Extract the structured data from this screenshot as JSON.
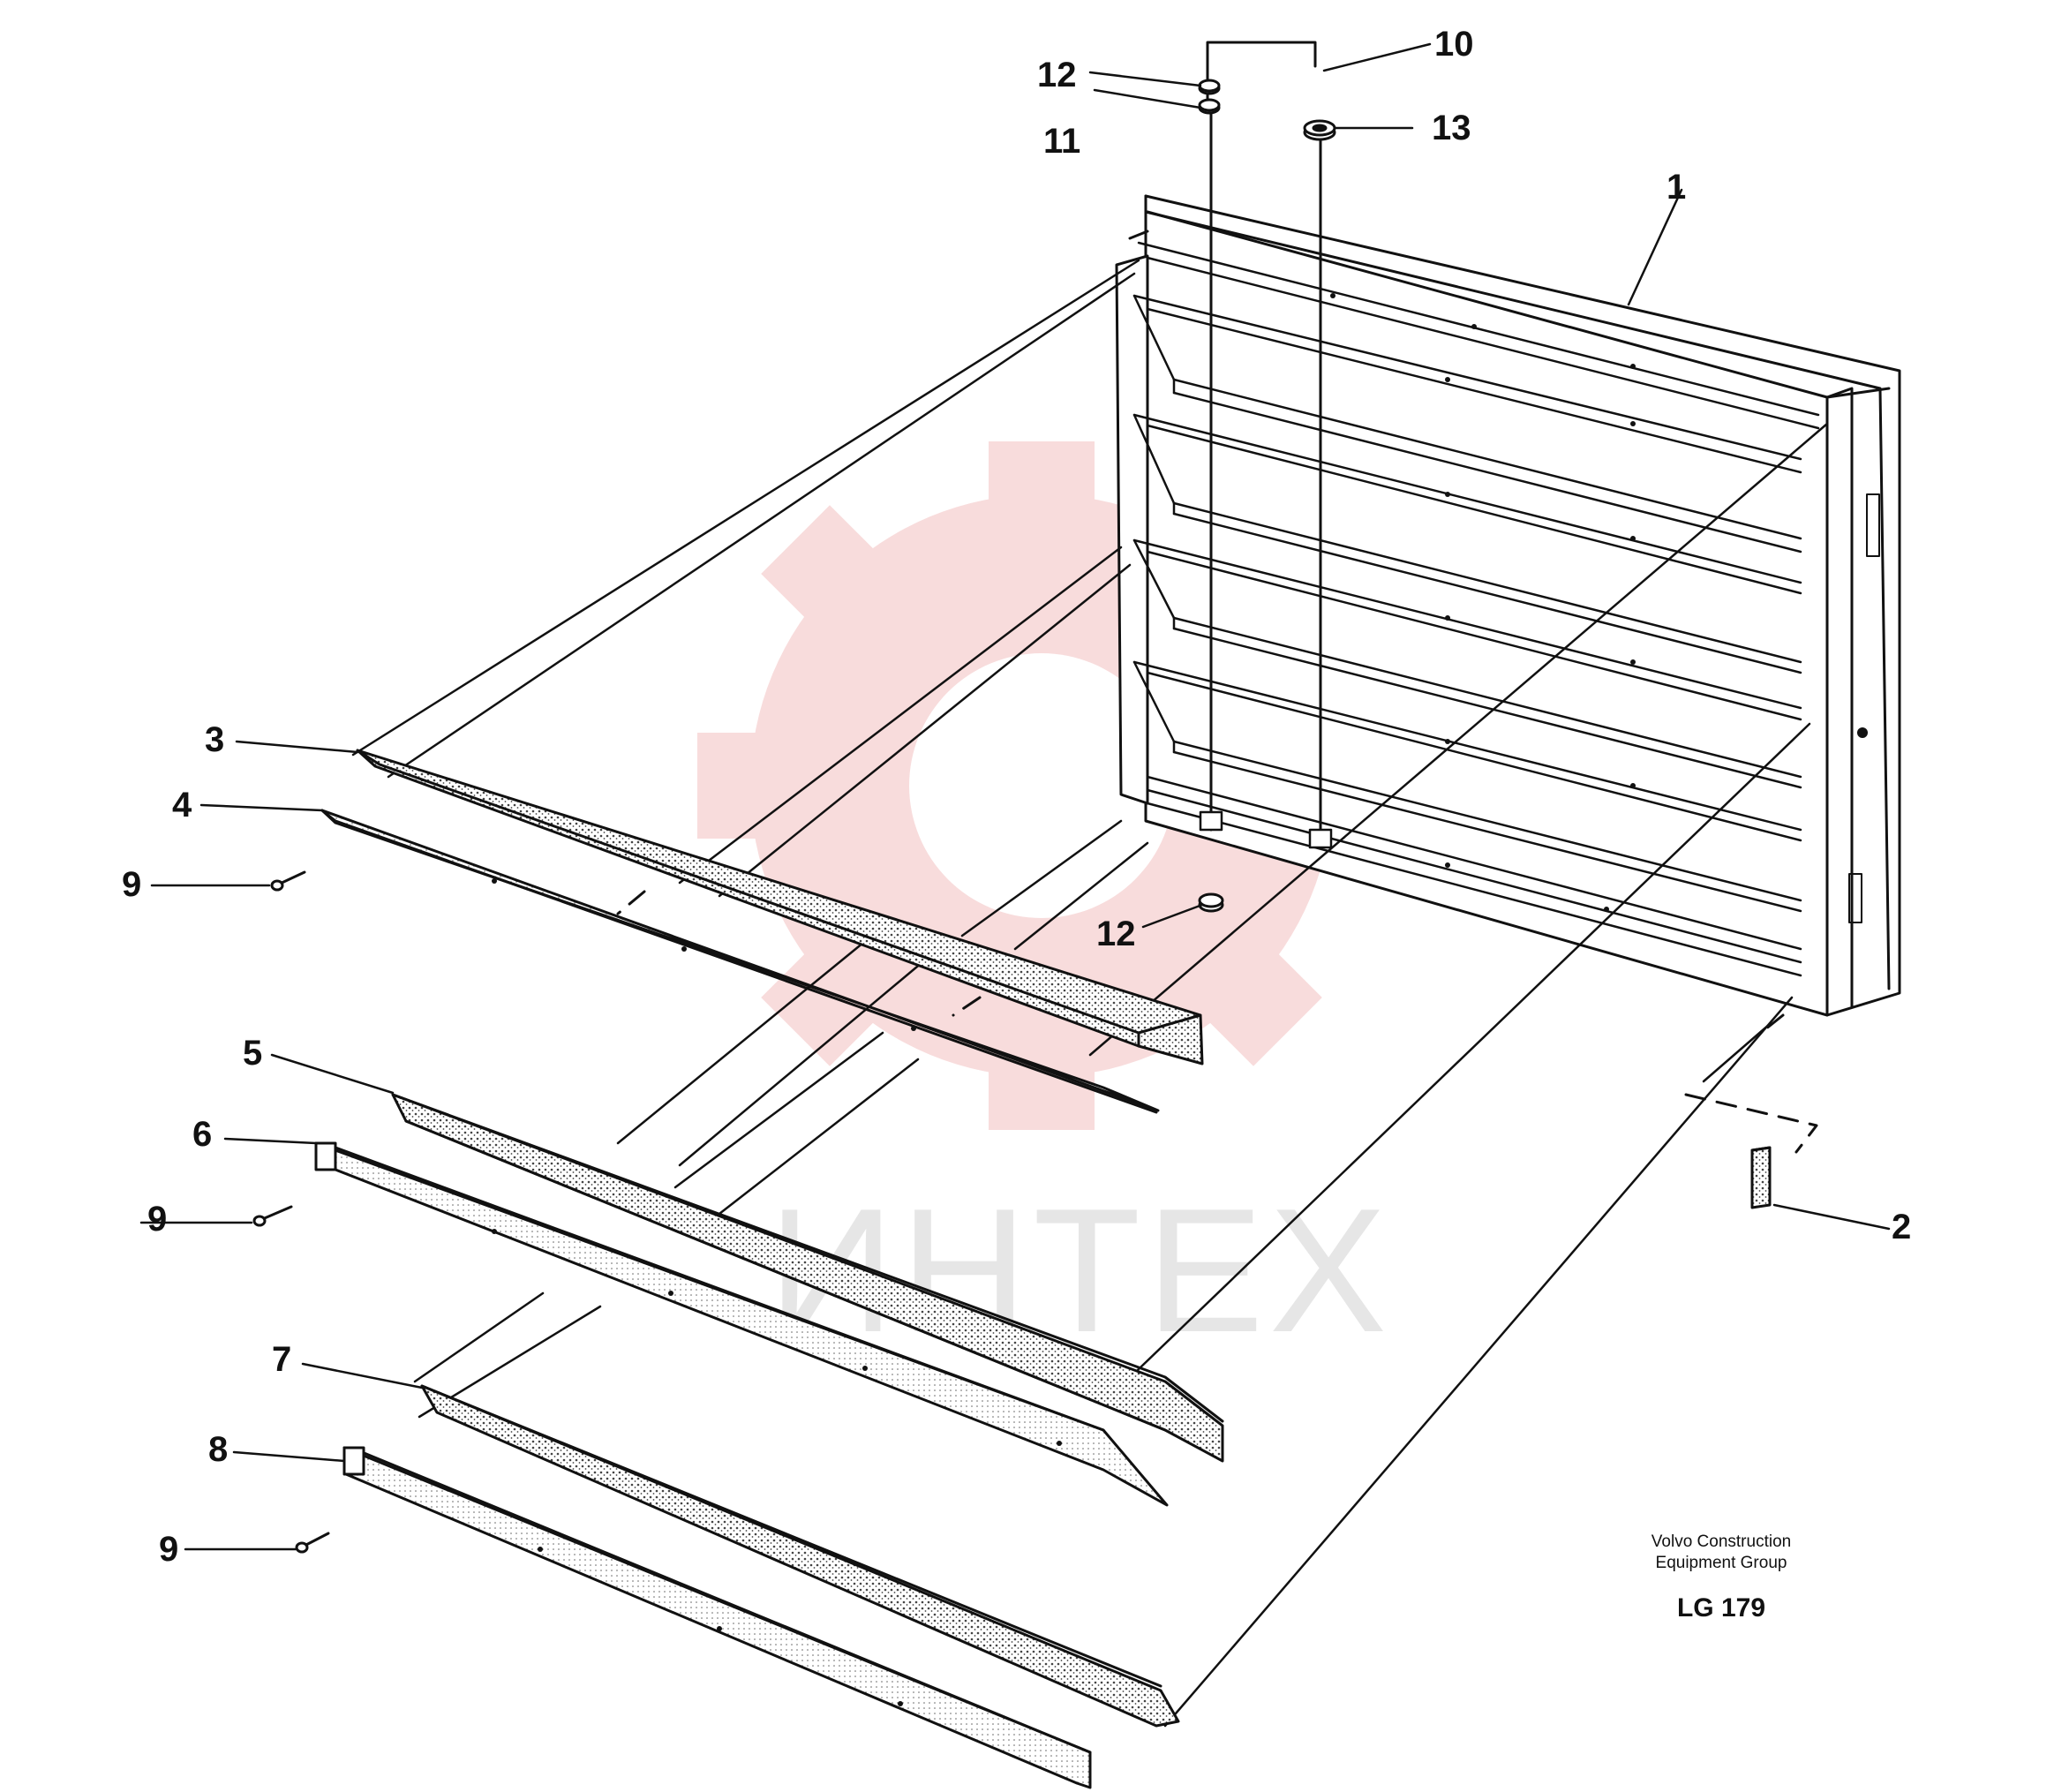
{
  "callouts": [
    {
      "id": "c1",
      "label": "1"
    },
    {
      "id": "c2",
      "label": "2"
    },
    {
      "id": "c3",
      "label": "3"
    },
    {
      "id": "c4",
      "label": "4"
    },
    {
      "id": "c5",
      "label": "5"
    },
    {
      "id": "c6",
      "label": "6"
    },
    {
      "id": "c7",
      "label": "7"
    },
    {
      "id": "c8",
      "label": "8"
    },
    {
      "id": "c9a",
      "label": "9"
    },
    {
      "id": "c9b",
      "label": "9"
    },
    {
      "id": "c9c",
      "label": "9"
    },
    {
      "id": "c10",
      "label": "10"
    },
    {
      "id": "c11",
      "label": "11"
    },
    {
      "id": "c12a",
      "label": "12"
    },
    {
      "id": "c12b",
      "label": "12"
    },
    {
      "id": "c13",
      "label": "13"
    }
  ],
  "credit": {
    "line1": "Volvo Construction",
    "line2": "Equipment Group",
    "code": "LG 179"
  },
  "watermark": {
    "text": "ИНТЕХ",
    "color": "#f6d2d2"
  },
  "colors": {
    "ink": "#111111",
    "foam": "#555555"
  }
}
